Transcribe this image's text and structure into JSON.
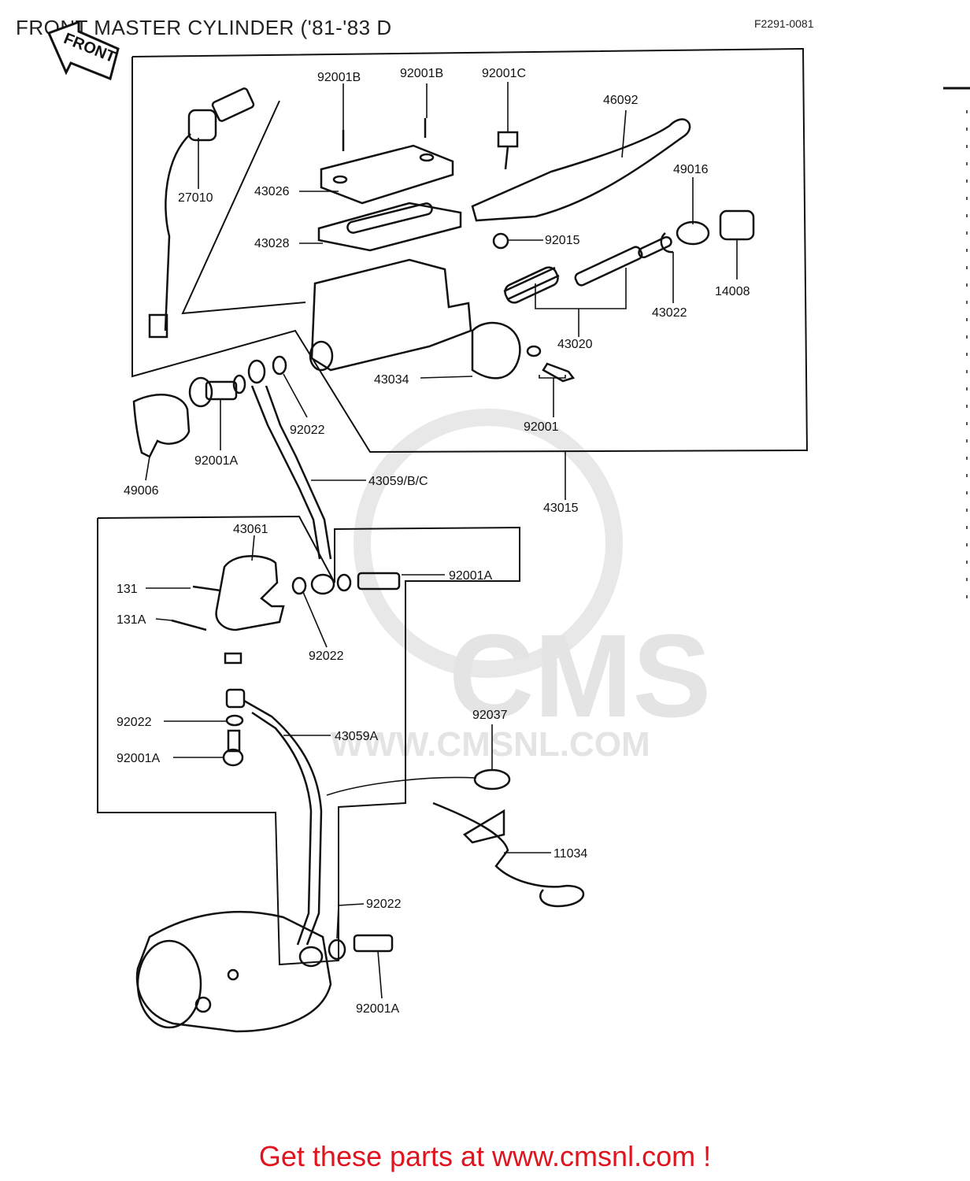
{
  "header": {
    "title": "FRONT MASTER CYLINDER ('81-'83 D",
    "code": "F2291-0081",
    "front_badge": "FRONT"
  },
  "watermark": {
    "brand": "CMS",
    "url": "WWW.CMSNL.COM"
  },
  "footer": {
    "cta": "Get these parts at www.cmsnl.com !"
  },
  "parts": {
    "p92001B_a": "92001B",
    "p92001B_b": "92001B",
    "p92001C": "92001C",
    "p46092": "46092",
    "p27010": "27010",
    "p43026": "43026",
    "p49016": "49016",
    "p43028": "43028",
    "p92015": "92015",
    "p14008": "14008",
    "p43022": "43022",
    "p43020": "43020",
    "p43034": "43034",
    "p92001": "92001",
    "p92022_top": "92022",
    "p92001A_left": "92001A",
    "p43059BC": "43059/B/C",
    "p49006": "49006",
    "p43015": "43015",
    "p43061": "43061",
    "p92001A_right": "92001A",
    "p131": "131",
    "p131A": "131A",
    "p92022_mid": "92022",
    "p92037": "92037",
    "p92022_left": "92022",
    "p43059A": "43059A",
    "p92001A_lower": "92001A",
    "p11034": "11034",
    "p92022_bottom": "92022",
    "p92001A_bottom": "92001A"
  }
}
